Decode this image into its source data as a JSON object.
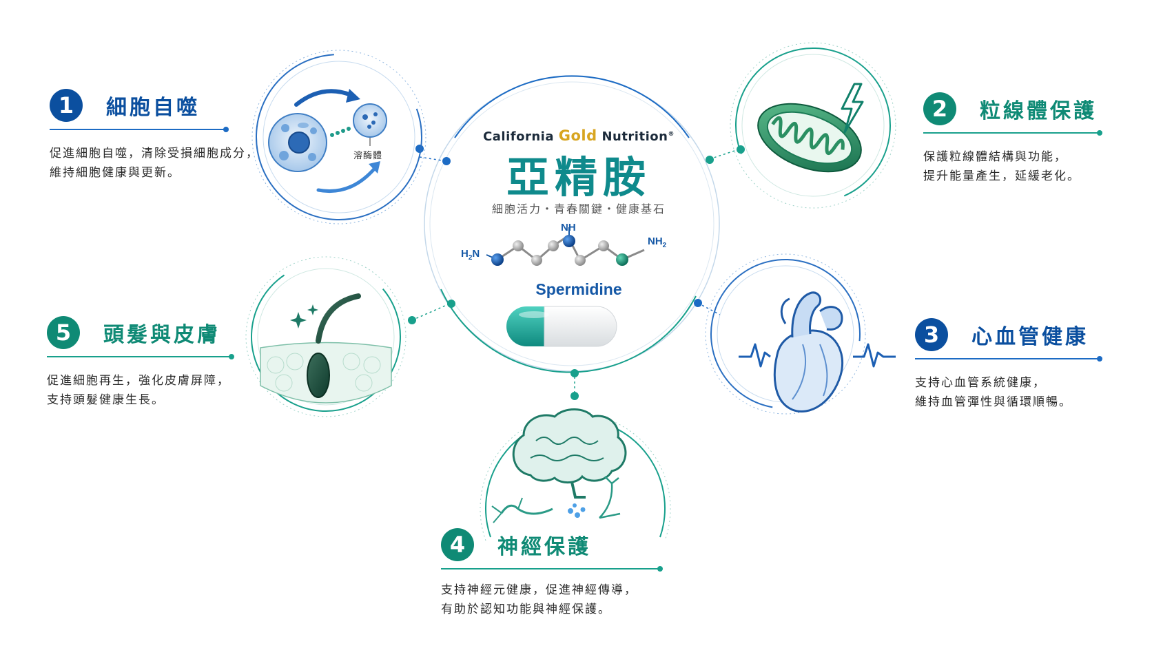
{
  "brand": {
    "part1": "California",
    "part2": "Gold",
    "part3": "Nutrition",
    "reg": "®"
  },
  "title": "亞精胺",
  "tagline": "細胞活力・青春關鍵・健康基石",
  "molecule": {
    "name": "Spermidine",
    "label_left": "H2N",
    "label_top": "NH",
    "label_right": "NH2"
  },
  "lysosome_label": "溶酶體",
  "benefits": [
    {
      "number": "1",
      "title": "細胞自噬",
      "lines": [
        "促進細胞自噬，清除受損細胞成分，",
        "維持細胞健康與更新。"
      ]
    },
    {
      "number": "2",
      "title": "粒線體保護",
      "lines": [
        "保護粒線體結構與功能，",
        "提升能量產生，延緩老化。"
      ]
    },
    {
      "number": "3",
      "title": "心血管健康",
      "lines": [
        "支持心血管系統健康，",
        "維持血管彈性與循環順暢。"
      ]
    },
    {
      "number": "4",
      "title": "神經保護",
      "lines": [
        "支持神經元健康，促進神經傳導，",
        "有助於認知功能與神經保護。"
      ]
    },
    {
      "number": "5",
      "title": "頭髮與皮膚",
      "lines": [
        "促進細胞再生，強化皮膚屏障，",
        "支持頭髮健康生長。"
      ]
    }
  ],
  "colors": {
    "blue": "#0b4f9f",
    "teal": "#0f8a75",
    "gold": "#d8a520",
    "capsule_teal": "#19a698"
  },
  "icons": [
    "cell-autophagy-icon",
    "mitochondria-icon",
    "heart-icon",
    "brain-icon",
    "hair-follicle-icon",
    "capsule-icon",
    "molecule-icon"
  ]
}
